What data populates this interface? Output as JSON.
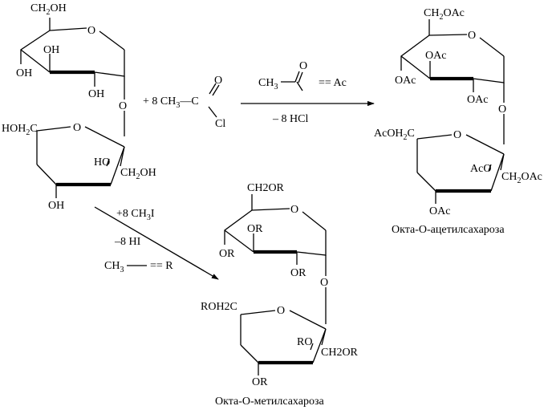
{
  "sucrose": {
    "ring_o": "O",
    "glucose": {
      "ch2oh": "CH",
      "ch2oh_sub": "2",
      "ch2oh_tail": "OH",
      "oh_c4": "OH",
      "oh_c3": "OH",
      "oh_c2": "OH"
    },
    "bridge_o": "O",
    "fructose": {
      "hoh2c": "HOH",
      "hoh2c_sub": "2",
      "hoh2c_tail": "C",
      "ho": "HO",
      "ch2oh": "CH",
      "ch2oh_sub": "2",
      "ch2oh_tail": "OH",
      "oh": "OH"
    }
  },
  "acetylation": {
    "reagent_prefix": "+ 8 CH",
    "reagent_sub": "3",
    "reagent_dash": "—C",
    "reagent_o": "O",
    "reagent_cl": "Cl",
    "abbr_ch3": "CH",
    "abbr_sub": "3",
    "abbr_o": "O",
    "abbr_eq": "==  Ac",
    "byproduct": "– 8 HCl"
  },
  "acetyl_product": {
    "ring_o": "O",
    "glucose": {
      "ch2oac": "CH",
      "ch2oac_sub": "2",
      "ch2oac_tail": "OAc",
      "oac_c4": "OAc",
      "oac_c3": "OAc",
      "oac_c2": "OAc"
    },
    "bridge_o": "O",
    "fructose": {
      "acoh2c": "AcOH",
      "acoh2c_sub": "2",
      "acoh2c_tail": "C",
      "aco": "AcO",
      "ch2oac": "CH",
      "ch2oac_sub": "2",
      "ch2oac_tail": "OAc",
      "oac": "OAc"
    },
    "caption": "Окта-О-ацетилсахароза"
  },
  "methylation": {
    "reagent_prefix": "+8 CH",
    "reagent_sub": "3",
    "reagent_tail": "I",
    "byproduct": "–8 HI",
    "abbr_ch3": "CH",
    "abbr_sub": "3",
    "abbr_eq": "== R"
  },
  "methyl_product": {
    "ring_o": "O",
    "glucose": {
      "ch2or": "CH2OR",
      "or_c4": "OR",
      "or_c3": "OR",
      "or_c2": "OR"
    },
    "bridge_o": "O",
    "fructose": {
      "roh2c": "ROH2C",
      "ro": "RO",
      "ch2or": "CH2OR",
      "or": "OR"
    },
    "caption": "Окта-О-метилсахароза"
  }
}
